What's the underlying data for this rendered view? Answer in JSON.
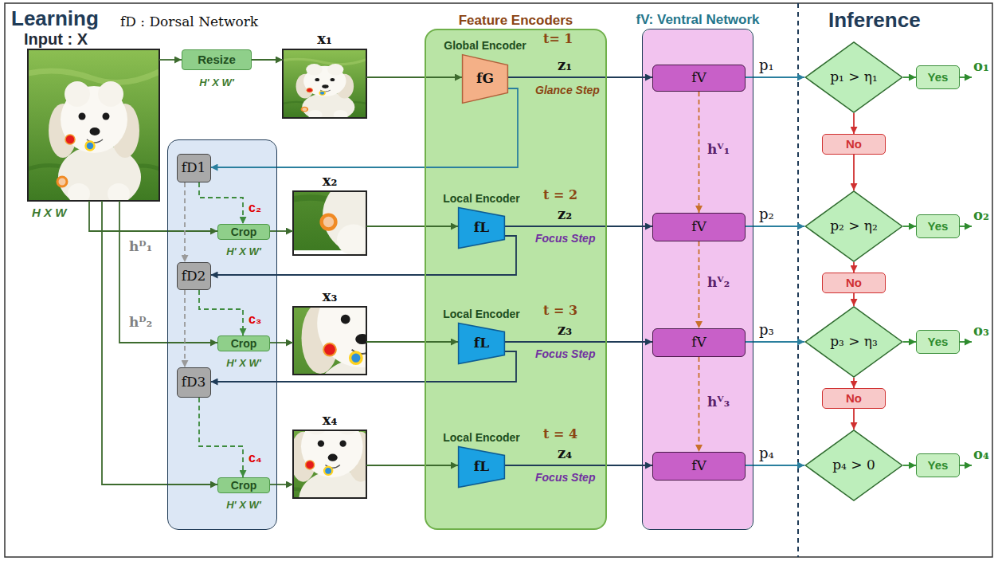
{
  "diagram": {
    "nodes": [
      {
        "text": [
          "Input : X",
          "H X W"
        ]
      },
      {
        "text": [
          "Resize",
          "H' X W'"
        ]
      },
      {
        "text": [
          "x₁"
        ]
      },
      {
        "text": [
          "fD : Dorsal Network"
        ]
      },
      {
        "text": [
          "fD1"
        ],
        "in": 3
      },
      {
        "text": [
          "Crop",
          "H' X W'"
        ],
        "in": 3
      },
      {
        "text": [
          "fD2"
        ],
        "in": 3
      },
      {
        "text": [
          "Crop",
          "H' X W'"
        ],
        "in": 3
      },
      {
        "text": [
          "fD3"
        ],
        "in": 3
      },
      {
        "text": [
          "Crop",
          "H' X W'"
        ],
        "in": 3
      },
      {
        "text": [
          "x₂"
        ]
      },
      {
        "text": [
          "x₃"
        ]
      },
      {
        "text": [
          "x₄"
        ]
      },
      {
        "text": [
          "Feature Encoders"
        ]
      },
      {
        "text": [
          "Global Encoder",
          "fG"
        ],
        "in": 13
      },
      {
        "text": [
          "Local Encoder",
          "fL"
        ],
        "in": 13
      },
      {
        "text": [
          "Local Encoder",
          "fL"
        ],
        "in": 13
      },
      {
        "text": [
          "Local Encoder",
          "fL"
        ],
        "in": 13
      },
      {
        "text": [
          "fV: Ventral Network"
        ]
      },
      {
        "text": [
          "fV"
        ],
        "in": 18
      },
      {
        "text": [
          "fV"
        ],
        "in": 18
      },
      {
        "text": [
          "fV"
        ],
        "in": 18
      },
      {
        "text": [
          "fV"
        ],
        "in": 18
      },
      {
        "text": [
          "p₁ > η₁"
        ]
      },
      {
        "text": [
          "Yes"
        ]
      },
      {
        "text": [
          "No"
        ]
      },
      {
        "text": [
          "p₂ > η₂"
        ]
      },
      {
        "text": [
          "Yes"
        ]
      },
      {
        "text": [
          "No"
        ]
      },
      {
        "text": [
          "p₃ > η₃"
        ]
      },
      {
        "text": [
          "Yes"
        ]
      },
      {
        "text": [
          "No"
        ]
      },
      {
        "text": [
          "p₄ > 0"
        ]
      },
      {
        "text": [
          "Yes"
        ]
      }
    ],
    "edges": [
      {
        "from": 0,
        "to": 1,
        "arrow": "to"
      },
      {
        "from": 1,
        "to": 2,
        "arrow": "to"
      },
      {
        "from": 2,
        "to": 14,
        "arrow": "to"
      },
      {
        "from": 14,
        "to": 19,
        "label": "z₁",
        "arrow": "to"
      },
      {
        "from": 14,
        "to": 4,
        "arrow": "to"
      },
      {
        "from": 4,
        "to": 5,
        "label": "c₂",
        "arrow": "to"
      },
      {
        "from": 0,
        "to": 5,
        "arrow": "to"
      },
      {
        "from": 5,
        "to": 10,
        "arrow": "to"
      },
      {
        "from": 10,
        "to": 15,
        "arrow": "to"
      },
      {
        "from": 15,
        "to": 20,
        "label": "z₂",
        "arrow": "to"
      },
      {
        "from": 15,
        "to": 6,
        "arrow": "to"
      },
      {
        "from": 4,
        "to": 6,
        "label": "hᴰ₁",
        "arrow": "to"
      },
      {
        "from": 6,
        "to": 7,
        "label": "c₃",
        "arrow": "to"
      },
      {
        "from": 0,
        "to": 7,
        "arrow": "to"
      },
      {
        "from": 7,
        "to": 11,
        "arrow": "to"
      },
      {
        "from": 11,
        "to": 16,
        "arrow": "to"
      },
      {
        "from": 16,
        "to": 21,
        "label": "z₃",
        "arrow": "to"
      },
      {
        "from": 16,
        "to": 8,
        "arrow": "to"
      },
      {
        "from": 6,
        "to": 8,
        "label": "hᴰ₂",
        "arrow": "to"
      },
      {
        "from": 8,
        "to": 9,
        "label": "c₄",
        "arrow": "to"
      },
      {
        "from": 0,
        "to": 9,
        "arrow": "to"
      },
      {
        "from": 9,
        "to": 12,
        "arrow": "to"
      },
      {
        "from": 12,
        "to": 17,
        "arrow": "to"
      },
      {
        "from": 17,
        "to": 22,
        "label": "z₄",
        "arrow": "to"
      },
      {
        "from": 19,
        "to": 20,
        "label": "hⱽ₁",
        "arrow": "to"
      },
      {
        "from": 20,
        "to": 21,
        "label": "hⱽ₂",
        "arrow": "to"
      },
      {
        "from": 21,
        "to": 22,
        "label": "hⱽ₃",
        "arrow": "to"
      },
      {
        "from": 19,
        "to": 23,
        "label": "p₁",
        "arrow": "to"
      },
      {
        "from": 20,
        "to": 26,
        "label": "p₂",
        "arrow": "to"
      },
      {
        "from": 21,
        "to": 29,
        "label": "p₃",
        "arrow": "to"
      },
      {
        "from": 22,
        "to": 32,
        "label": "p₄",
        "arrow": "to"
      },
      {
        "from": 23,
        "to": 24,
        "arrow": "to"
      },
      {
        "from": 23,
        "to": 25,
        "arrow": "to"
      },
      {
        "from": 25,
        "to": 26,
        "arrow": "to"
      },
      {
        "from": 26,
        "to": 27,
        "arrow": "to"
      },
      {
        "from": 26,
        "to": 28,
        "arrow": "to"
      },
      {
        "from": 28,
        "to": 29,
        "arrow": "to"
      },
      {
        "from": 29,
        "to": 30,
        "arrow": "to"
      },
      {
        "from": 29,
        "to": 31,
        "arrow": "to"
      },
      {
        "from": 31,
        "to": 32,
        "arrow": "to"
      },
      {
        "from": 32,
        "to": 33,
        "arrow": "to"
      }
    ],
    "labels": [
      "Learning",
      "Inference",
      "t= 1",
      "Glance Step",
      "t = 2",
      "Focus Step",
      "t = 3",
      "Focus Step",
      "t = 4",
      "Focus Step",
      "o₁",
      "o₂",
      "o₃",
      "o₄"
    ]
  }
}
